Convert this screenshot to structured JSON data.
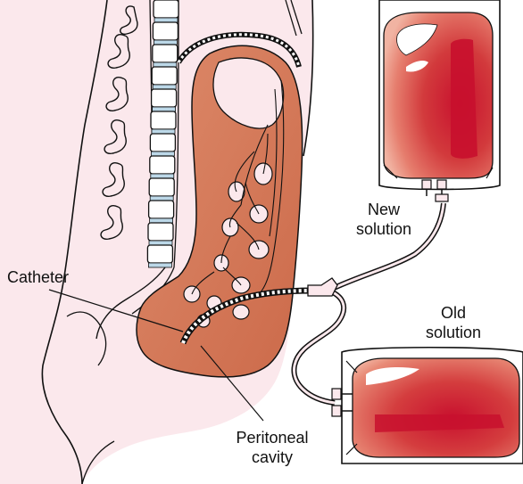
{
  "labels": {
    "new_solution": [
      "New",
      "solution"
    ],
    "old_solution": [
      "Old",
      "solution"
    ],
    "catheter": "Catheter",
    "peritoneal_cavity": [
      "Peritoneal",
      "cavity"
    ]
  },
  "colors": {
    "skin": "#fbe8ec",
    "organ": "#d8785a",
    "organ_dark": "#c4603f",
    "bag_fill": "#cc2a33",
    "bag_outer": "#e99a86",
    "vertebra": "#ffffff",
    "disc": "#bcd8e8",
    "outline": "#111111"
  }
}
